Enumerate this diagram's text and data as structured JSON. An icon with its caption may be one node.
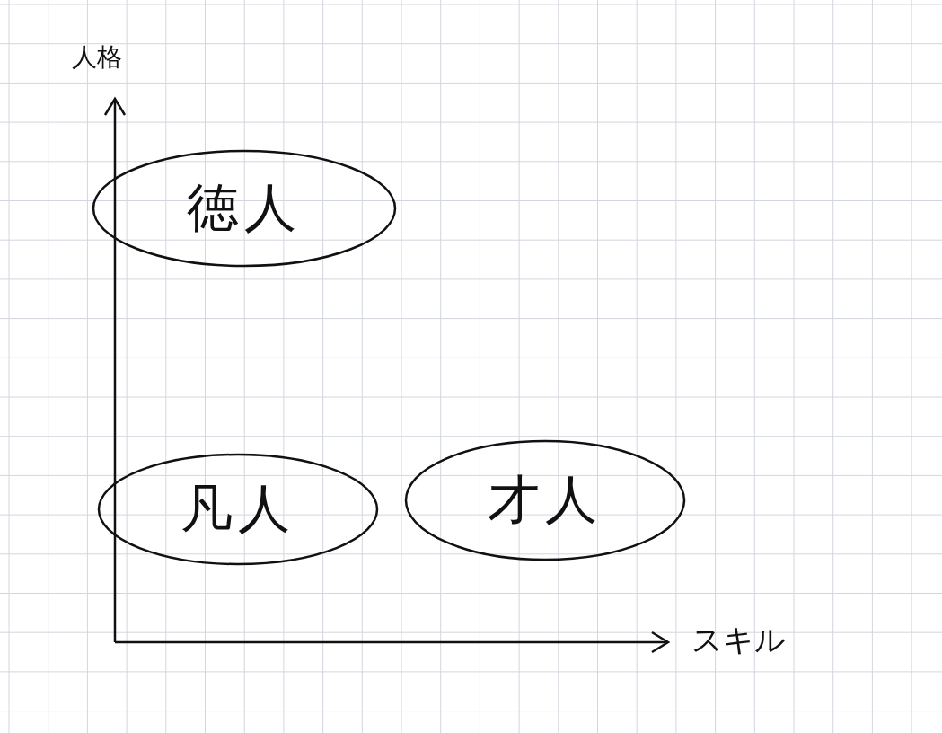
{
  "diagram": {
    "nodes": [
      {
        "text": [
          "徳人"
        ]
      },
      {
        "text": [
          "凡人"
        ]
      },
      {
        "text": [
          "才人"
        ]
      }
    ],
    "labels": [
      "人格",
      "スキル"
    ]
  }
}
